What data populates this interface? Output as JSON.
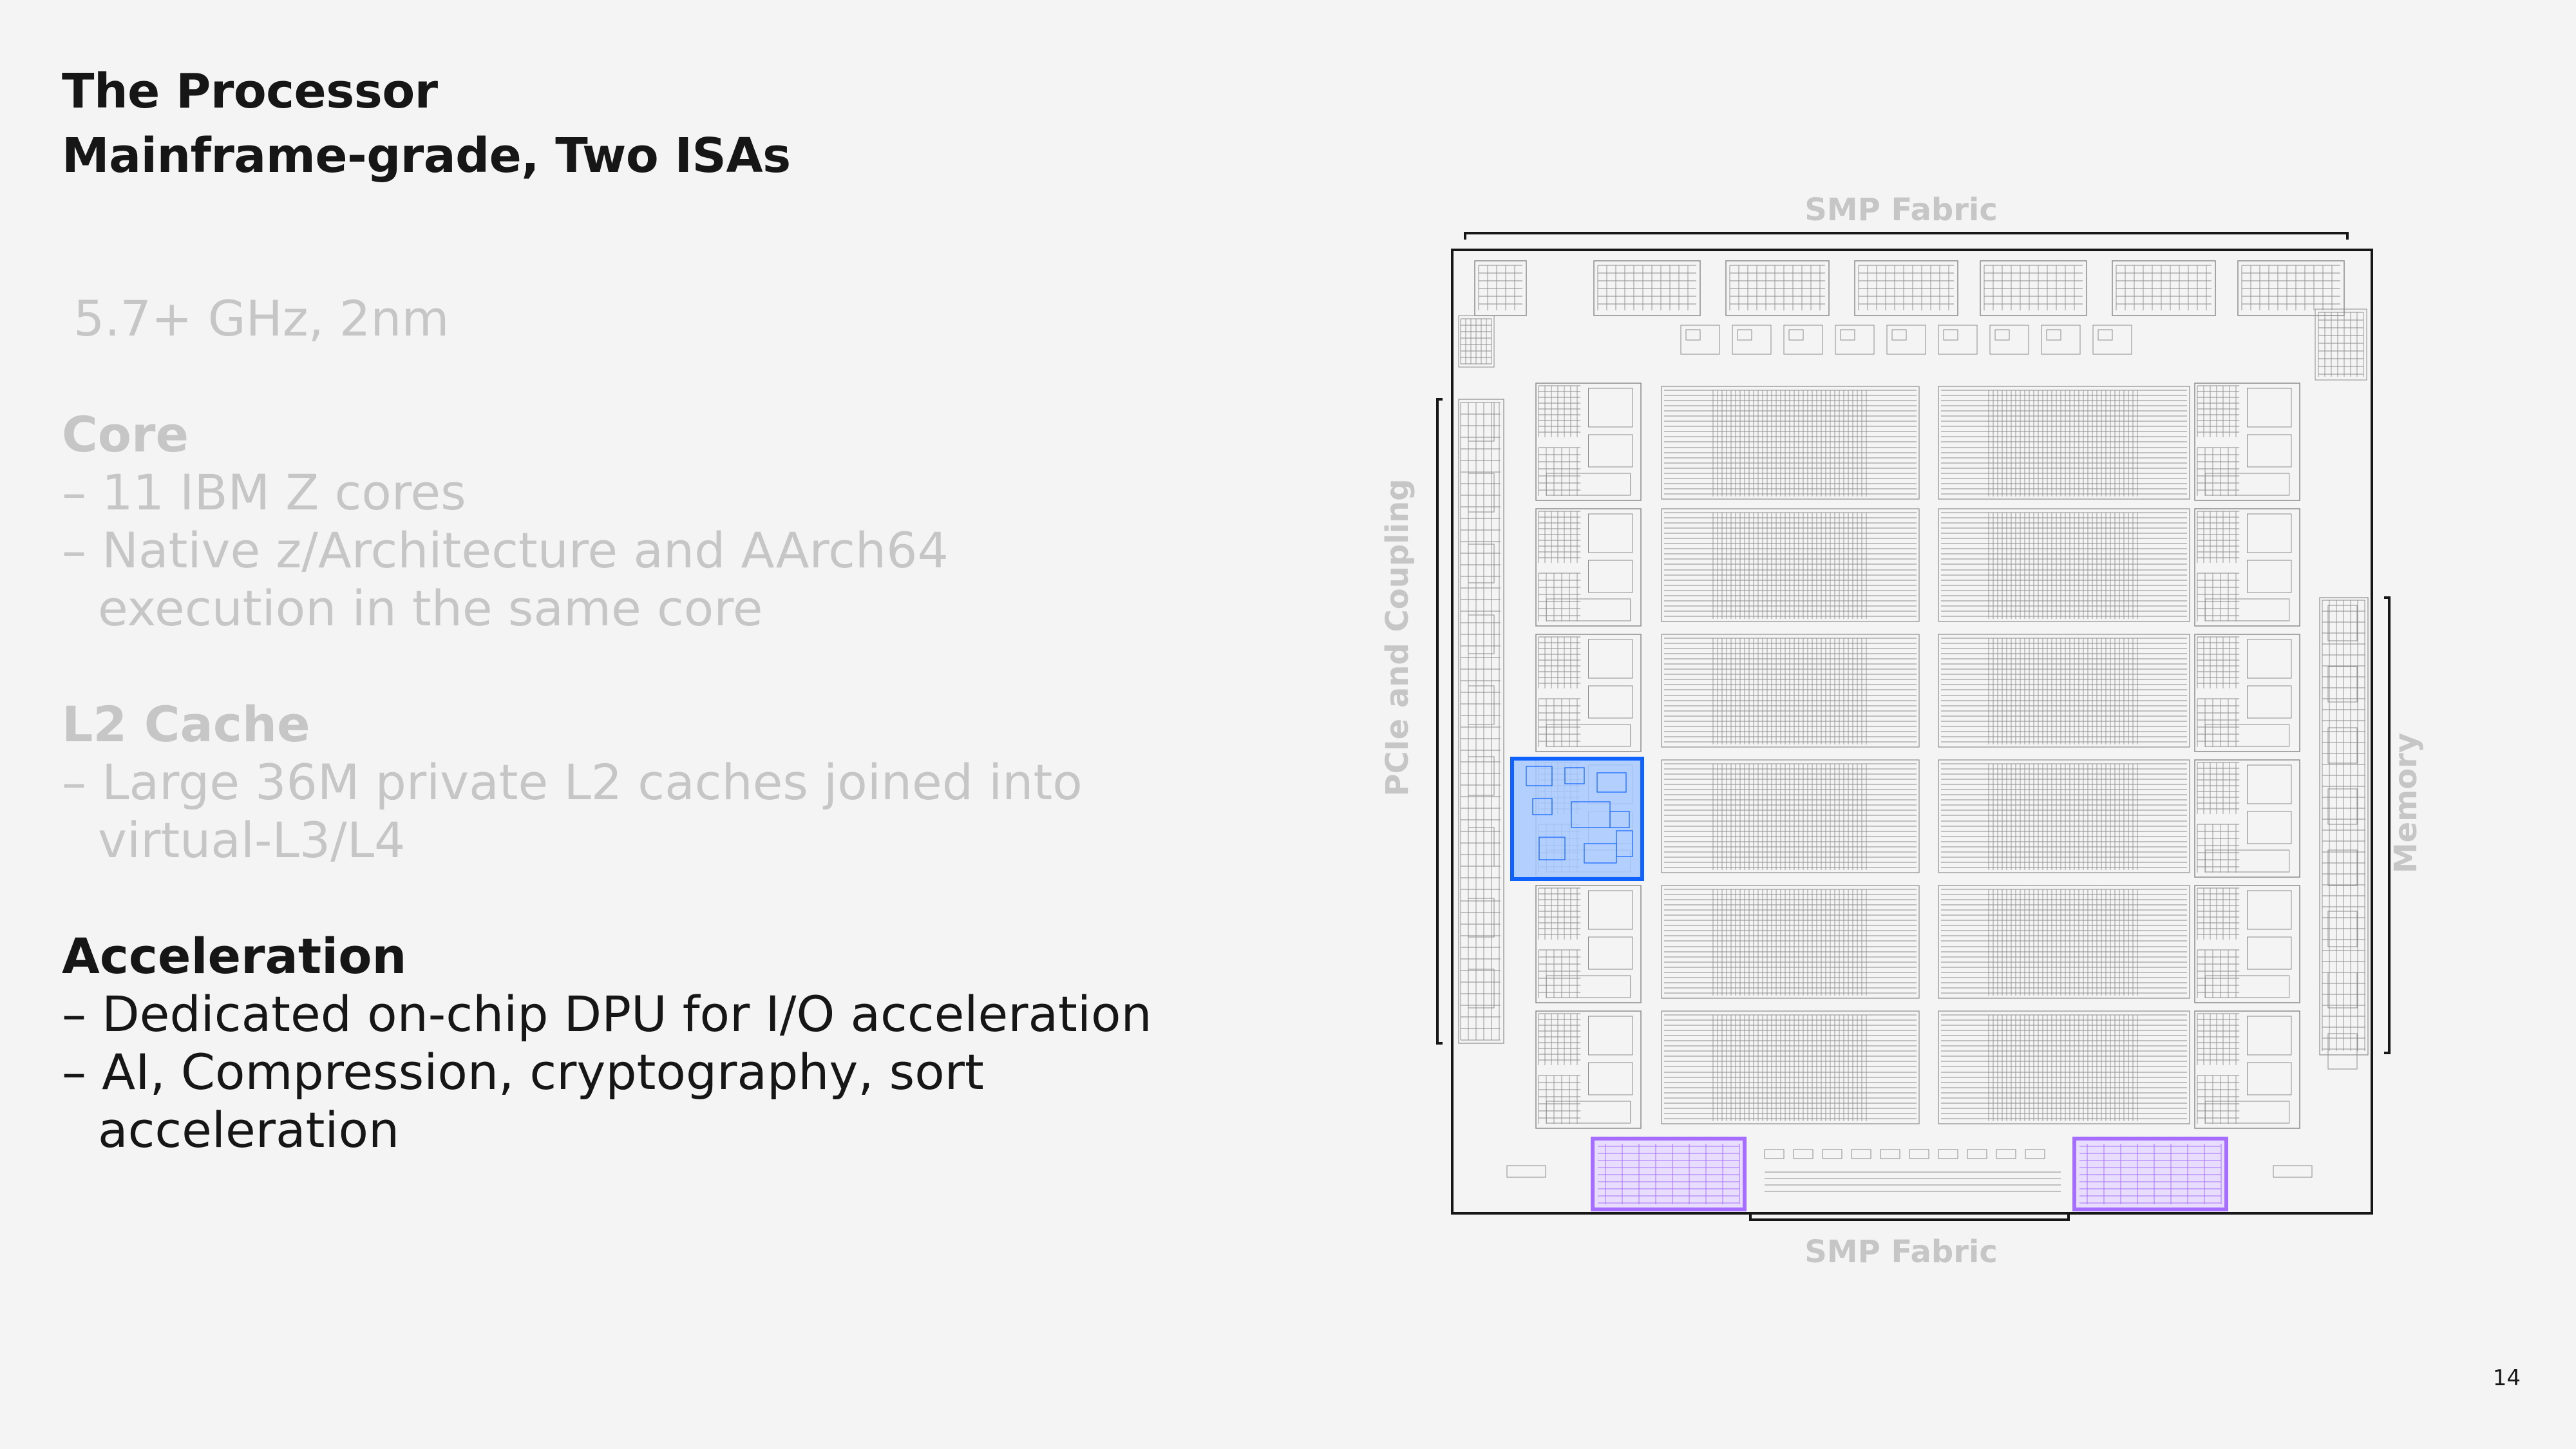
{
  "slide": {
    "title_line1": "The Processor",
    "title_line2": "Mainframe-grade, Two ISAs",
    "spec": "5.7+ GHz, 2nm",
    "sections": [
      {
        "heading": "Core",
        "items": [
          "– 11 IBM Z cores",
          "– Native z/Architecture and AArch64 execution in the same core"
        ]
      },
      {
        "heading": "L2 Cache",
        "items": [
          "– Large 36M private L2 caches joined into virtual-L3/L4"
        ]
      },
      {
        "heading": "Acceleration",
        "items": [
          "– Dedicated on-chip DPU for I/O acceleration",
          "– AI, Compression, cryptography, sort acceleration"
        ]
      }
    ],
    "page_number": "14"
  },
  "die": {
    "label_top": "SMP Fabric",
    "label_bottom": "SMP Fabric",
    "label_left": "PCIe and Coupling",
    "label_right": "Memory",
    "colors": {
      "outline": "#161616",
      "lines": "#8d8d8d",
      "labels": "#c6c6c6",
      "core_highlight_fill": "#a6c8ff",
      "core_highlight_stroke": "#0f62fe",
      "accel_highlight_fill": "#e8daff",
      "accel_highlight_stroke": "#a56eff"
    }
  }
}
